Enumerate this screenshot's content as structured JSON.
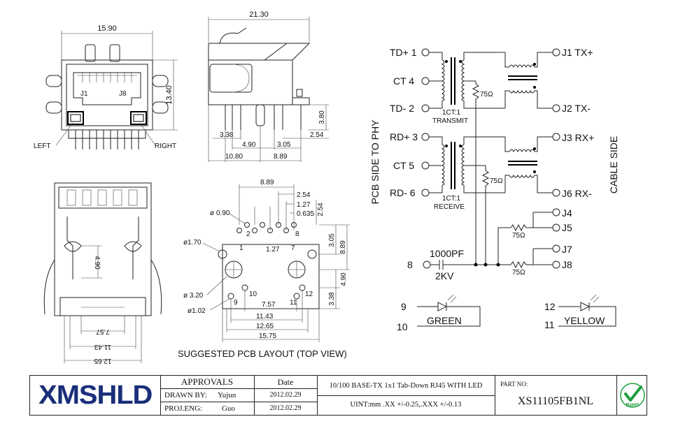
{
  "colors": {
    "logo_blue": "#1a2f7a",
    "rohs_green": "#1e9e3e",
    "line": "#222222"
  },
  "front_view": {
    "dim_width": "15.90",
    "dim_height": "13.40",
    "label_j1": "J1",
    "label_j8": "J8",
    "label_left": "LEFT",
    "label_right": "RIGHT"
  },
  "side_view": {
    "dim_length": "21.30",
    "dim_3_80": "3.80",
    "dim_3_38": "3.38",
    "dim_2_54": "2.54",
    "dim_4_90": "4.90",
    "dim_3_05": "3.05",
    "dim_10_80": "10.80",
    "dim_8_89": "8.89"
  },
  "bottom_view": {
    "dim_4_90": "4.90",
    "dim_7_57": "7.57",
    "dim_11_43": "11.43",
    "dim_12_65": "12.65"
  },
  "pcb_layout": {
    "caption": "SUGGESTED PCB LAYOUT (TOP VIEW)",
    "dim_8_89_top": "8.89",
    "dim_2_54": "2.54",
    "dim_1_27_top": "1.27",
    "dim_0_635": "0.635",
    "dim_2_54_v": "2.54",
    "dim_d0_90": "ø 0.90",
    "dim_d1_70": "ø1.70",
    "dim_d3_20": "ø 3.20",
    "dim_d1_02": "ø1.02",
    "dim_1_27_mid": "1.27",
    "dim_3_05": "3.05",
    "dim_8_89_right": "8.89",
    "dim_4_90": "4.90",
    "dim_3_38": "3.38",
    "dim_7_57": "7.57",
    "dim_11_43": "11.43",
    "dim_12_65": "12.65",
    "dim_15_75": "15.75",
    "pin_1": "1",
    "pin_2": "2",
    "pin_7": "7",
    "pin_8": "8",
    "pin_9": "9",
    "pin_10": "10",
    "pin_11": "11",
    "pin_12": "12"
  },
  "schematic": {
    "side_phy": "PCB SIDE TO PHY",
    "side_cable": "CABLE SIDE",
    "td_plus": "TD+ 1",
    "ct_4": "CT  4",
    "td_minus": "TD- 2",
    "ratio_tx": "1CT:1",
    "transmit": "TRANSMIT",
    "r75_tx": "75Ω",
    "j1": "J1 TX+",
    "j2": "J2 TX-",
    "rd_plus": "RD+ 3",
    "ct_5": "CT  5",
    "rd_minus": "RD- 6",
    "ratio_rx": "1CT:1",
    "receive": "RECEIVE",
    "r75_rx": "75Ω",
    "j3": "J3 RX+",
    "j6": "J6 RX-",
    "j4": "J4",
    "j5": "J5",
    "r75_a": "75Ω",
    "j7": "J7",
    "j8": "J8",
    "r75_b": "75Ω",
    "pin8": "8",
    "cap_value": "1000PF",
    "cap_voltage": "2KV",
    "led9": "9",
    "led10": "10",
    "green": "GREEN",
    "led12": "12",
    "led11": "11",
    "yellow": "YELLOW"
  },
  "title_block": {
    "logo": "XMSHLD",
    "approvals": "APPROVALS",
    "date_header": "Date",
    "drawn_by_label": "DRAWN BY:",
    "drawn_by": "Yujun",
    "drawn_date": "2012.02.29",
    "proj_eng_label": "PROJ.ENG:",
    "proj_eng": "Guo",
    "proj_date": "2012.02.29",
    "description": "10/100 BASE-TX 1x1 Tab-Down RJ45 WITH LED",
    "tolerance": "UINT:mm .XX +/-0.25,.XXX +/-0.13",
    "part_no_label": "PART NO:",
    "part_no": "XS11105FB1NL",
    "rohs": "RoHS"
  }
}
